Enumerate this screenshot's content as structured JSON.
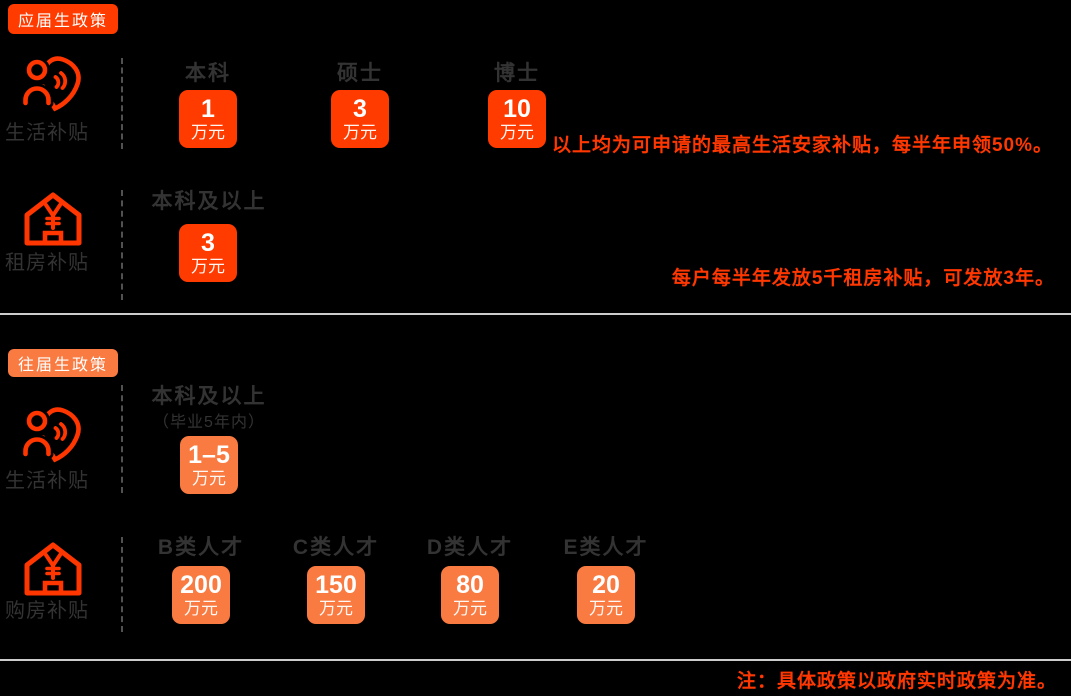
{
  "colors": {
    "background": "#000000",
    "accent_fresh": "#ff3b00",
    "accent_previous": "#f97b42",
    "icon_stroke": "#ff3600",
    "note_text": "#ff3700",
    "gray_text": "#333333",
    "divider": "#cccccc",
    "dashed_line": "#515151"
  },
  "sections": {
    "fresh": {
      "badge": "应届生政策",
      "living": {
        "label": "生活补贴",
        "icon": "care-people-heart-icon",
        "columns": [
          {
            "header": "本科",
            "value": "1",
            "unit": "万元"
          },
          {
            "header": "硕士",
            "value": "3",
            "unit": "万元"
          },
          {
            "header": "博士",
            "value": "10",
            "unit": "万元"
          }
        ],
        "note": "以上均为可申请的最高生活安家补贴，每半年申领50%。"
      },
      "rent": {
        "label": "租房补贴",
        "icon": "house-yen-icon",
        "columns": [
          {
            "header": "本科及以上",
            "value": "3",
            "unit": "万元"
          }
        ],
        "note": "每户每半年发放5千租房补贴，可发放3年。"
      }
    },
    "previous": {
      "badge": "往届生政策",
      "living": {
        "label": "生活补贴",
        "icon": "care-people-heart-icon",
        "columns": [
          {
            "header": "本科及以上",
            "subheader": "（毕业5年内）",
            "value": "1–5",
            "unit": "万元"
          }
        ]
      },
      "purchase": {
        "label": "购房补贴",
        "icon": "house-yen-icon",
        "columns": [
          {
            "header": "B类人才",
            "value": "200",
            "unit": "万元"
          },
          {
            "header": "C类人才",
            "value": "150",
            "unit": "万元"
          },
          {
            "header": "D类人才",
            "value": "80",
            "unit": "万元"
          },
          {
            "header": "E类人才",
            "value": "20",
            "unit": "万元"
          }
        ]
      }
    }
  },
  "footer": {
    "note": "注：具体政策以政府实时政策为准。"
  },
  "chart_data": {
    "type": "table",
    "title": "人才补贴政策（应届生 / 往届生）",
    "tables": [
      {
        "section": "应届生政策",
        "rows": [
          {
            "category": "生活补贴",
            "categories": [
              "本科",
              "硕士",
              "博士"
            ],
            "values_wan_yuan": [
              1,
              3,
              10
            ],
            "annotation": "以上均为可申请的最高生活安家补贴，每半年申领50%。"
          },
          {
            "category": "租房补贴",
            "categories": [
              "本科及以上"
            ],
            "values_wan_yuan": [
              3
            ],
            "annotation": "每户每半年发放5千租房补贴，可发放3年。"
          }
        ]
      },
      {
        "section": "往届生政策",
        "rows": [
          {
            "category": "生活补贴",
            "categories": [
              "本科及以上（毕业5年内）"
            ],
            "values_wan_yuan": "1-5"
          },
          {
            "category": "购房补贴",
            "categories": [
              "B类人才",
              "C类人才",
              "D类人才",
              "E类人才"
            ],
            "values_wan_yuan": [
              200,
              150,
              80,
              20
            ]
          }
        ]
      }
    ],
    "footnote": "注：具体政策以政府实时政策为准。"
  }
}
